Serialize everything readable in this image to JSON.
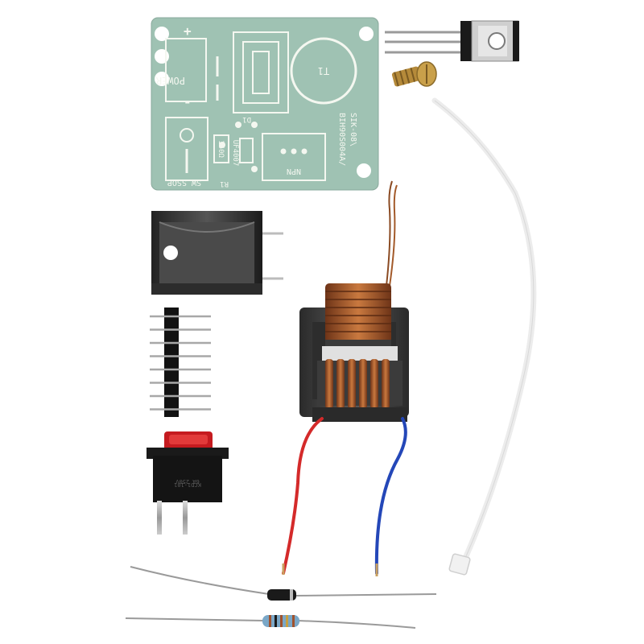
{
  "photo": {
    "background": "#ffffff",
    "pcb_color": "#9fc2b3",
    "silkscreen_color": "#f4f7f0",
    "copper_color": "#b5652e",
    "red_wire": "#d42a2a",
    "blue_wire": "#2447b8"
  },
  "pcb_labels": {
    "power": "POWER",
    "plus": "+",
    "minus": "-",
    "t1": "T1",
    "npn": "NPN",
    "r1": "R1",
    "d1": "D1",
    "r_value": "150Ω",
    "d_model": "UF4007",
    "part_code": "BIH90S004A/",
    "part_rev": "SIK-08\\",
    "sw": "SW SSOP"
  },
  "switch": {
    "label_line1": "KCD1-101",
    "label_line2": "6A 250V"
  }
}
